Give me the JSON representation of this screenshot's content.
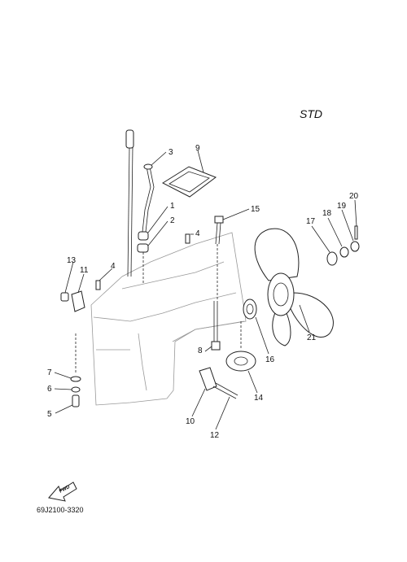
{
  "diagram": {
    "variant_label": "STD",
    "part_code": "69J2100-3320",
    "fwd_label": "FWD",
    "callouts": [
      "1",
      "2",
      "3",
      "4",
      "4",
      "5",
      "6",
      "7",
      "8",
      "9",
      "10",
      "11",
      "12",
      "13",
      "14",
      "15",
      "16",
      "17",
      "18",
      "19",
      "20",
      "21"
    ]
  }
}
